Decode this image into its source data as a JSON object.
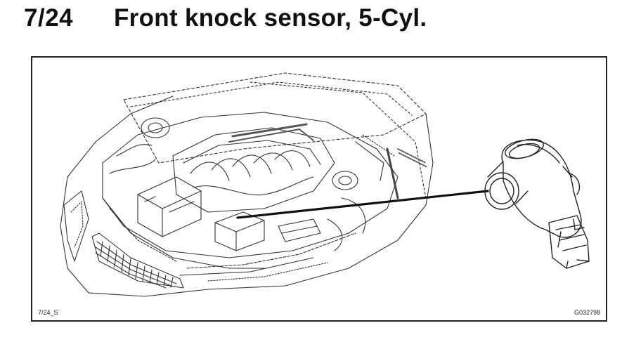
{
  "heading": {
    "number": "7/24",
    "title": "Front knock sensor, 5-Cyl."
  },
  "figure": {
    "caption_left": "7/24_S",
    "caption_right": "G032798",
    "engine_bay_illustration": "engine-bay-line-drawing",
    "sensor_illustration": "knock-sensor-detail"
  }
}
